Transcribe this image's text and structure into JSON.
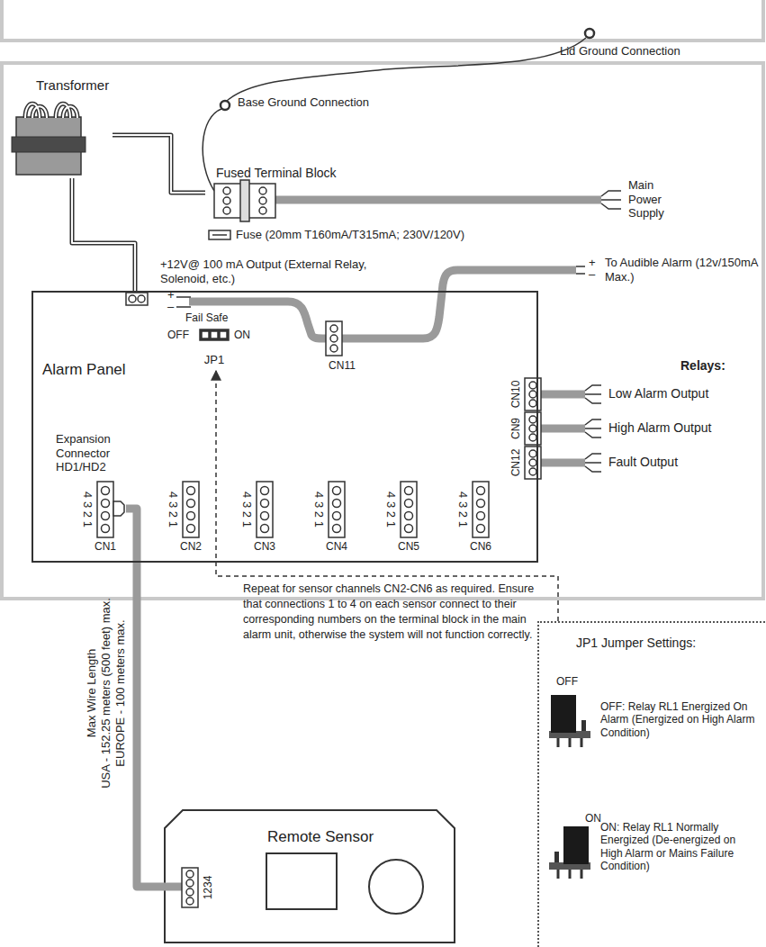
{
  "diagram": {
    "nodes": [
      {
        "text": [
          "Transformer"
        ]
      },
      {
        "text": [
          "Fused Terminal Block"
        ]
      },
      {
        "text": [
          "Alarm Panel"
        ]
      },
      {
        "text": [
          "JP1"
        ],
        "in": 2
      },
      {
        "text": [
          "CN11"
        ],
        "in": 2
      },
      {
        "text": [
          "CN10"
        ],
        "in": 2
      },
      {
        "text": [
          "CN9"
        ],
        "in": 2
      },
      {
        "text": [
          "CN12"
        ],
        "in": 2
      },
      {
        "text": [
          "4 3 2 1",
          "CN1"
        ],
        "in": 2
      },
      {
        "text": [
          "4 3 2 1",
          "CN2"
        ],
        "in": 2
      },
      {
        "text": [
          "4 3 2 1",
          "CN3"
        ],
        "in": 2
      },
      {
        "text": [
          "4 3 2 1",
          "CN4"
        ],
        "in": 2
      },
      {
        "text": [
          "4 3 2 1",
          "CN5"
        ],
        "in": 2
      },
      {
        "text": [
          "4 3 2 1",
          "CN6"
        ],
        "in": 2
      },
      {
        "text": [
          "Remote Sensor"
        ]
      },
      {
        "text": [
          "JP1 Jumper Settings:",
          "OFF",
          "OFF: Relay RL1 Energized On Alarm (Energized on High Alarm Condition)",
          "ON",
          "ON: Relay RL1 Normally Energized (De-energized on High Alarm or Mains Failure Condition)"
        ]
      }
    ],
    "edges": [
      {
        "from": 0,
        "to": 1,
        "arrow": "none"
      },
      {
        "from": 0,
        "to": 2,
        "arrow": "none"
      },
      {
        "from": 8,
        "to": 14,
        "arrow": "none"
      },
      {
        "from": 15,
        "to": 3,
        "arrow": "to"
      }
    ],
    "labels": [
      "Lid Ground Connection",
      "Base Ground Connection",
      "Fuse (20mm T160mA/T315mA; 230V/120V)",
      "Main Power Supply",
      "+12V@ 100 mA Output (External Relay, Solenoid, etc.)",
      "+",
      "–",
      "+",
      "–",
      "To Audible Alarm (12v/150mA Max.)",
      "Relays:",
      "Low Alarm Output",
      "High Alarm Output",
      "Fault Output",
      "Fail Safe",
      "OFF",
      "ON",
      "Expansion Connector HD1/HD2",
      "Repeat for sensor channels CN2-CN6 as required. Ensure that connections 1 to 4 on each sensor connect to their corresponding numbers on the terminal block in the main alarm unit, otherwise the system will not function correctly.",
      "Max Wire Length",
      "USA - 152.25 meters (500 feet) max.",
      "EUROPE - 100 meters max.",
      "1234"
    ]
  }
}
